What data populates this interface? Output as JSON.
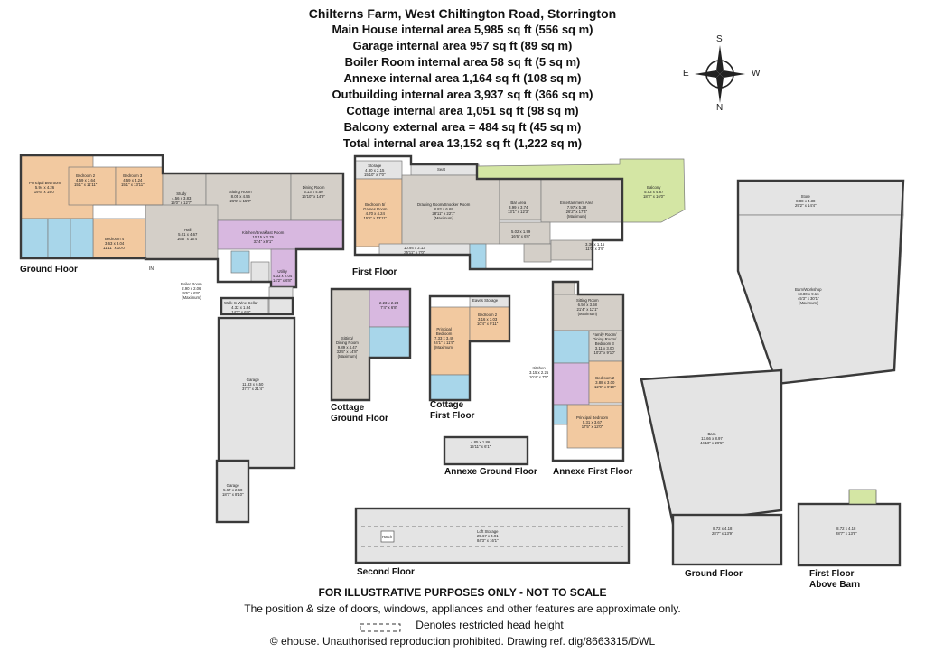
{
  "header": {
    "title": "Chilterns Farm, West Chiltington Road, Storrington",
    "areas": [
      "Main House internal area 5,985 sq ft (556 sq m)",
      "Garage internal area 957 sq ft (89 sq m)",
      "Boiler Room internal area 58 sq ft (5 sq m)",
      "Annexe internal area 1,164 sq ft (108 sq m)",
      "Outbuilding internal area 3,937 sq ft (366 sq m)",
      "Cottage internal area 1,051 sq ft (98 sq m)",
      "Balcony external area = 484 sq ft (45 sq m)",
      "Total internal area 13,152 sq ft (1,222 sq m)"
    ]
  },
  "compass": {
    "north": "N",
    "south": "S",
    "east": "E",
    "west": "W"
  },
  "floors": {
    "ground": "Ground Floor",
    "first": "First Floor",
    "second": "Second Floor",
    "cottage_ground": "Cottage\nGround Floor",
    "cottage_first": "Cottage\nFirst Floor",
    "annexe_ground": "Annexe Ground Floor",
    "annexe_first": "Annexe First Floor",
    "barn_ground": "Ground Floor",
    "barn_first": "First Floor\nAbove Barn"
  },
  "markers": {
    "entrance": "IN"
  },
  "rooms": {
    "principal_bedroom": "Principal Bedroom\n5.94 x 4.26\n19'6\" x 14'0\"",
    "bedroom2": "Bedroom 2\n4.59 x 3.64\n15'1\" x 11'11\"",
    "bedroom3": "Bedroom 3\n4.59 x 4.24\n15'1\" x 13'11\"",
    "bedroom4": "Bedroom 4\n3.63 x 3.04\n11'11\" x 10'0\"",
    "study": "Study\n4.56 x 3.83\n15'0\" x 12'7\"",
    "sitting_room": "Sitting Room\n8.05 x 4.56\n26'5\" x 15'0\"",
    "dining_room": "Dining Room\n5.13 x 4.50\n16'10\" x 14'9\"",
    "hall": "Hall\n5.01 x 4.67\n16'5\" x 15'4\"",
    "kitchen": "Kitchen/Breakfast Room\n10.15 x 2.76\n33'4\" x 9'1\"",
    "utility": "Utility\n4.33 x 2.04\n14'2\" x 6'8\"",
    "boiler_room": "Boiler Room\n2.90 x 2.06\n9'6\" x 6'9\"\n(Maximum)",
    "wine_cellar": "Walk In Wine Cellar\n4.32 x 1.84\n14'2\" x 6'0\"",
    "garage_main": "Garage\n11.33 x 6.50\n37'2\" x 21'4\"",
    "garage_small": "Garage\n5.67 x 2.68\n18'7\" x 8'10\"",
    "storage_first": "Storage\n4.80 x 2.15\n15'10\" x 7'0\"",
    "seat": "Seat",
    "bedroom5": "Bedroom 5/\nGames Room\n4.70 x 4.24\n15'5\" x 13'11\"",
    "drawing_room": "Drawing Room/Snooker Room\n8.82 x 6.69\n28'11\" x 22'1\"\n(Maximum)",
    "bar_area": "Bar Area\n3.99 x 3.74\n13'1\" x 12'3\"",
    "entertainment": "Entertainment Area\n7.97 x 5.28\n26'2\" x 17'4\"\n(Maximum)",
    "balcony": "Balcony\n5.53 x 4.87\n18'2\" x 16'0\"",
    "landing": "10.94 x 2.13\n35'11\" x 7'0\"",
    "room_502": "5.02 x 1.99\n16'6\" x 6'6\"",
    "room_336": "3.36 x 1.15\n11'0\" x 3'9\"",
    "cottage_sitting": "Sitting/\nDining Room\n9.89 x 4.47\n32'5\" x 14'8\"\n(Maximum)",
    "cottage_kitchen": "2.23 x 2.23\n7'4\" x 6'8\"",
    "cottage_eaves": "Eaves Storage",
    "cottage_principal": "Principal\nBedroom\n7.33 x 3.49\n24'1\" x 11'5\"\n(Maximum)",
    "cottage_bedroom2": "Bedroom 2\n3.16 x 3.03\n10'4\" x 9'11\"",
    "annexe_ground_room": "4.85 x 1.86\n15'11\" x 6'1\"",
    "annexe_sitting": "Sitting Room\n6.50 x 3.68\n21'4\" x 12'1\"\n(Maximum)",
    "annexe_family": "Family Room/\nDining Room/\nBedroom 3\n3.11 x 3.00\n10'2\" x 9'10\"",
    "annexe_kitchen": "Kitchen\n3.15 x 2.25\n10'4\" x 7'5\"",
    "annexe_bedroom2": "Bedroom 2\n3.88 x 3.00\n12'9\" x 9'10\"",
    "annexe_principal": "Principal Bedroom\n5.31 x 3.67\n17'5\" x 12'0\"",
    "store": "Store\n8.88 x 4.38\n29'2\" x 14'4\"",
    "barn_workshop": "Barn/Workshop\n13.80 x 9.16\n45'3\" x 30'1\"\n(Maximum)",
    "barn": "Barn\n13.66 x 8.97\n44'10\" x 29'5\"",
    "barn_lower": "8.72 x 4.18\n28'7\" x 13'9\"",
    "barn_above": "8.72 x 4.18\n28'7\" x 13'9\"",
    "loft_storage": "Loft Storage\n25.67 x 4.91\n84'3\" x 16'1\"",
    "hatch": "Hatch"
  },
  "footer": {
    "disclaimer": "FOR ILLUSTRATIVE PURPOSES ONLY - NOT TO SCALE",
    "note": "The position & size of doors, windows, appliances and other features are approximate only.",
    "legend": "Denotes restricted head height",
    "copyright": "© ehouse. Unauthorised reproduction prohibited. Drawing ref. dig/8663315/DWL"
  },
  "colors": {
    "bedroom": "#f2c9a0",
    "living": "#d4cfc8",
    "kitchen": "#d8b8e0",
    "bathroom": "#a8d6ea",
    "outdoor": "#d4e6a4",
    "storage": "#e4e4e4",
    "wall": "#3a3a3a"
  }
}
